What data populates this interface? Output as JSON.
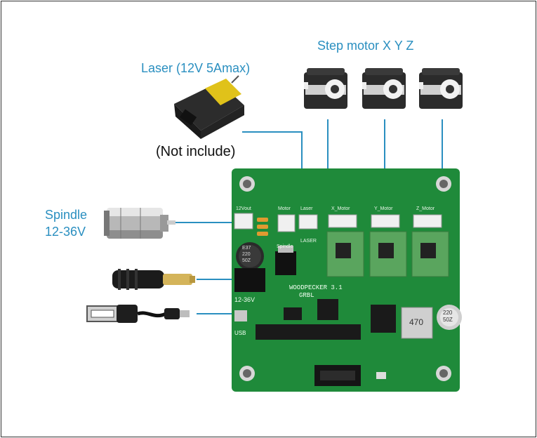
{
  "labels": {
    "step_motor": "Step motor X Y Z",
    "laser": "Laser (12V 5Amax)",
    "not_include": "(Not include)",
    "spindle": "Spindle",
    "spindle_voltage": "12-36V"
  },
  "board": {
    "name_line1": "WOODPECKER 3.1",
    "name_line2": "GRBL",
    "input_voltage": "12-36V",
    "usb": "USB",
    "cap1": [
      "E37",
      "220",
      "50Z"
    ],
    "cap2": [
      "220",
      "50Z"
    ],
    "inductor": "470",
    "headers": [
      "12Vout",
      "Motor",
      "Laser",
      "X_Motor",
      "Y_Motor",
      "Z_Motor"
    ],
    "spindle_label": "Spindle",
    "laser_label": "LASER"
  },
  "colors": {
    "callout": "#2a8fc0",
    "pcb": "#1f8a3a",
    "driver": "#5aa55e"
  }
}
